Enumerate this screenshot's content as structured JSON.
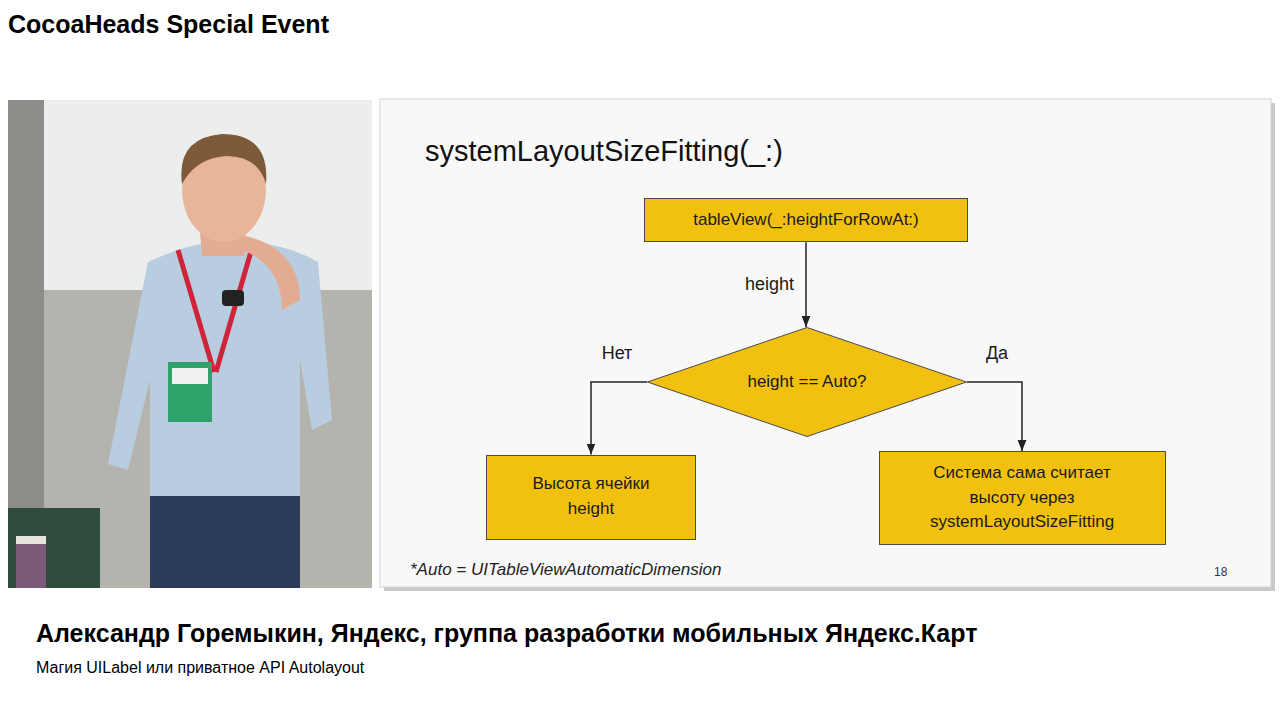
{
  "diagram": {
    "title": "CocoaHeads Special Event",
    "caption": "Александр Горемыкин, Яндекс, группа разработки мобильных Яндекс.Карт",
    "nodes": [
      {
        "text": [
          "tableView(_:heightForRowAt:)"
        ]
      },
      {
        "text": [
          "height == Auto?"
        ]
      },
      {
        "text": [
          "Высота ячейки height"
        ]
      },
      {
        "text": [
          "Система сама считает высоту через systemLayoutSizeFitting"
        ]
      }
    ],
    "edges": [
      {
        "from": 0,
        "to": 1,
        "label": "height",
        "arrow": "to"
      },
      {
        "from": 1,
        "to": 2,
        "label": "Нет",
        "arrow": "to"
      },
      {
        "from": 1,
        "to": 3,
        "label": "Да",
        "arrow": "to"
      }
    ],
    "labels": [
      "systemLayoutSizeFitting(_:)",
      "*Auto = UITableViewAutomaticDimension",
      "18",
      "Магия UILabel или приватное API Autolayout"
    ]
  }
}
